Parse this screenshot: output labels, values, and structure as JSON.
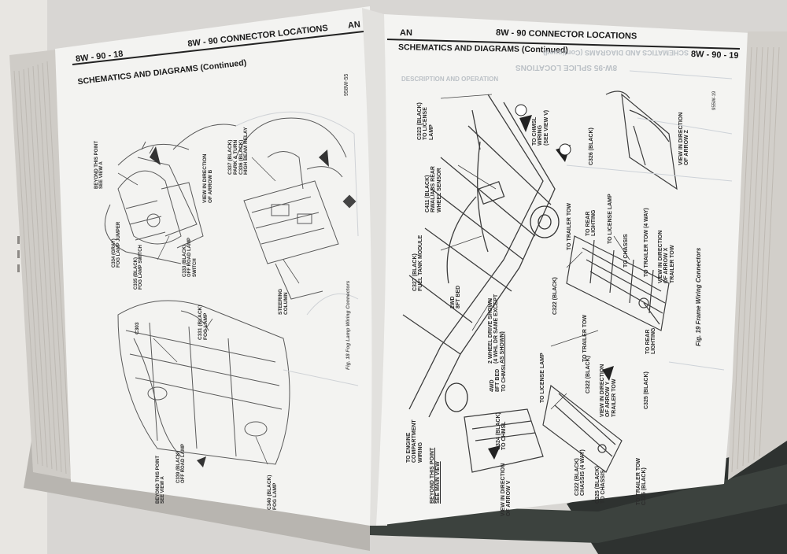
{
  "left_page": {
    "section_top": "8W - 90 CONNECTOR LOCATIONS",
    "page_number": "8W - 90 - 18",
    "corner_tag": "AN",
    "heading": "SCHEMATICS AND DIAGRAMS (Continued)",
    "figure_id": "958W-55",
    "callouts": {
      "c337": [
        "C337 (BLACK)",
        "PARK & TURN",
        "C336 (BLACK)",
        "HIGH BEAM RELAY"
      ],
      "view_b": [
        "VIEW IN DIRECTION",
        "OF ARROW B"
      ],
      "beyond_a": [
        "BEYOND THIS POINT",
        "SEE VIEW A"
      ],
      "c334": [
        "C334 (GRAY)",
        "FOG LAMP JUMPER"
      ],
      "c335": [
        "C335 (BLACK)",
        "FOG LAMP SWITCH"
      ],
      "c333": [
        "C333 (BLACK)",
        "OFF ROAD LAMP",
        "SWITCH"
      ],
      "steering": [
        "STEERING",
        "COLUMN"
      ],
      "c303": [
        "C303"
      ],
      "c331": [
        "C331 (BLACK)",
        "FOG LAMP"
      ],
      "beyond_bottom": [
        "BEYOND THIS POINT",
        "SEE VIEW A"
      ],
      "c339": [
        "C339 (BLACK)",
        "OFF ROAD LAMP"
      ],
      "c340": [
        "C340 (BLACK)",
        "FOG LAMP"
      ]
    },
    "fig_caption": "Fig. 18 Fog Lamp Wiring Connectors"
  },
  "right_page": {
    "corner_tag": "AN",
    "section_top": "8W - 90 CONNECTOR LOCATIONS",
    "heading": "SCHEMATICS AND DIAGRAMS (Continued)",
    "page_number": "8W - 90 - 19",
    "ghost_text": [
      "SCHEMATICS AND DIAGRAMS (Continued)",
      "8W-95 SPLICE LOCATIONS",
      "DESCRIPTION AND OPERATION"
    ],
    "figure_id": "955W-19",
    "callouts": {
      "c323": [
        "C323 (BLACK)",
        "TO LICENSE",
        "LAMP"
      ],
      "to_chmsl": [
        "TO CHMSL",
        "WIRING",
        "(SEE VIEW V)"
      ],
      "c326": [
        "C326 (BLACK)"
      ],
      "view_z": [
        "VIEW IN DIRECTION",
        "OF ARROW Z"
      ],
      "c411": [
        "C411 (BLACK)",
        "RWAL/ABS REAR",
        "WHEEL SENSOR"
      ],
      "to_trailer_tow_1": [
        "TO TRAILER TOW"
      ],
      "to_rear_lighting_1": [
        "TO REAR",
        "LIGHTING"
      ],
      "to_license_lamp_1": [
        "TO LICENSE LAMP"
      ],
      "to_chassis_1": [
        "TO CHASSIS"
      ],
      "tt4": [
        "TO TRAILER TOW (4 WAY)"
      ],
      "view_trailer_tow": [
        "VIEW IN DIRECTION",
        "OF ARROW X",
        "TRAILER TOW"
      ],
      "c327": [
        "C327 (BLACK)",
        "FUEL TANK MODULE"
      ],
      "c322_1": [
        "C322 (BLACK)"
      ],
      "fig_caption": [
        "Fig. 19 Frame Wiring Connectors"
      ],
      "two_wd": [
        "2WD",
        "8FT BED"
      ],
      "two_wheel": [
        "2 WHEEL DRIVE SHOWN",
        "(4 WHL DR SAME EXCEPT",
        "AS SHOWN)"
      ],
      "to_trailer_tow_2": [
        "TO TRAILER TOW"
      ],
      "to_rear_lighting_2": [
        "TO REAR",
        "LIGHTING"
      ],
      "four_wd": [
        "4WD",
        "8FT BED",
        "TO CHMSL"
      ],
      "to_license_lamp_2": [
        "TO LICENSE LAMP"
      ],
      "c322_2": [
        "C322 (BLACK)"
      ],
      "view_y": [
        "VIEW IN DIRECTION",
        "OF ARROW Y",
        "TRAILER TOW"
      ],
      "c325_1": [
        "C325 (BLACK)"
      ],
      "c324": [
        "C324 (BLACK)",
        "TO CHMSL"
      ],
      "to_engine": [
        "TO ENGINE",
        "COMPARTMENT",
        "WIRING"
      ],
      "beyond_main": [
        "BEYOND THIS POINT",
        "SEE MAIN VIEW"
      ],
      "view_v": [
        "VIEW IN DIRECTION",
        "OF ARROW V"
      ],
      "c322_3": [
        "C322 (BLACK)",
        "CHASSIS (4 WAY)"
      ],
      "c325_2": [
        "C325 (BLACK)",
        "TO CHASSIS"
      ],
      "to_trailer_tow_3": [
        "TO TRAILER TOW",
        "C325 (BLACK)"
      ]
    }
  }
}
